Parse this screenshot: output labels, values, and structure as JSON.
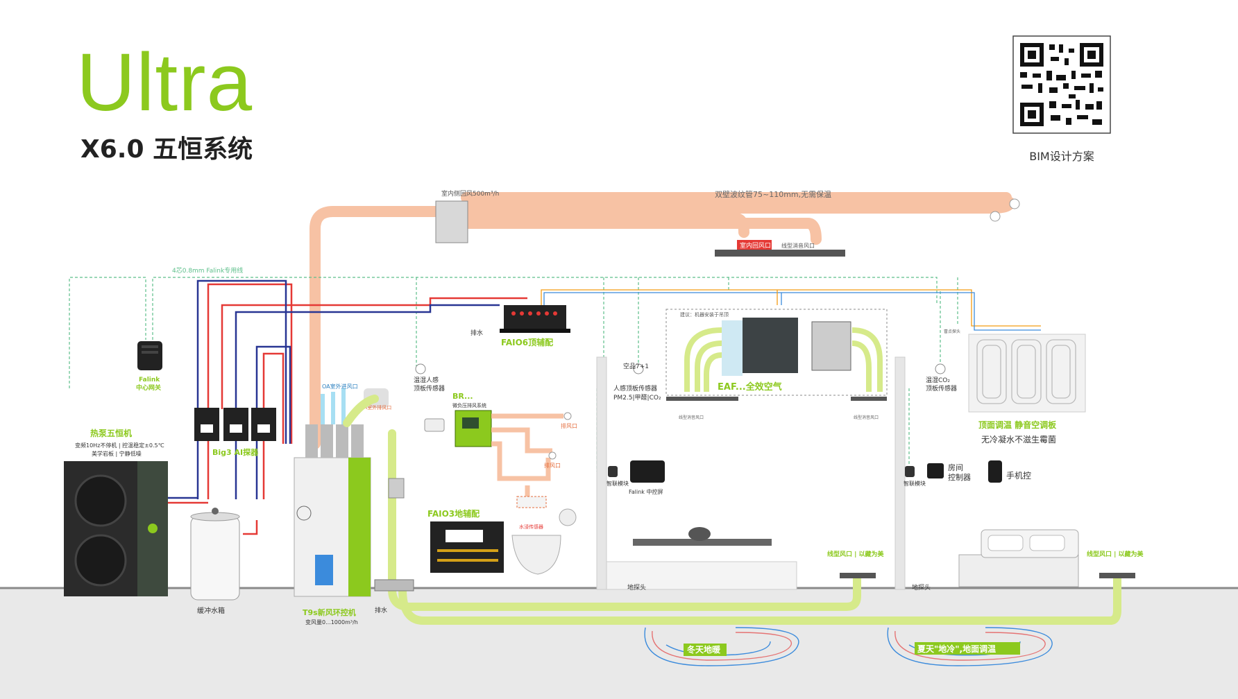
{
  "header": {
    "title": "Ultra",
    "subtitle": "X6.0 五恒系统",
    "qr_caption": "BIM设计方案"
  },
  "labels": {
    "duct_note": "双壁波纹管75~110mm,无需保温",
    "indoor_return": "室内侧回风500m³/h",
    "return_outlet": "室内回风口",
    "linear_outlet": "线型消音风口",
    "falink_cable": "4芯0.8mm Falink专用线",
    "falink_gateway": "Falink",
    "gateway_sub": "中心网关",
    "heat_pump": "热泵五恒机",
    "heat_pump_spec1": "变频10Hz不停机 | 控温稳定±0.5℃",
    "heat_pump_spec2": "美学岩板 | 宁静低噪",
    "big3": "Big3 AI探器",
    "buffer_tank": "缓冲水箱",
    "t9s": "T9s新风环控机",
    "t9s_spec": "变风量0...1000m³/h",
    "oa_inlet": "OA室外进风口",
    "ea_outlet": "EA室外排风口",
    "drain": "排水",
    "drain_v": "排水",
    "faio6": "FAIO6顶辅配",
    "faio3": "FAIO3地辅配",
    "br": "BR...",
    "micro_pressure": "微负压排风系统",
    "exhaust1": "排风口",
    "exhaust2": "排风口",
    "water_sensor": "水浸传感器",
    "sensor_humid_l1": "温湿人感",
    "sensor_humid_l2": "顶板传感器",
    "sensor_air_l1": "空品7+1",
    "sensor_air_l2": "人感顶板传感器",
    "sensor_air_l3": "PM2.5|甲醛|CO₂",
    "eaf": "EAF...全效空气",
    "suggest": "建议：机器安装于吊顶",
    "linear_small_l": "线型消音风口",
    "linear_small_r": "线型消音风口",
    "zone_temp": "顶面调温 静音空调板",
    "zone_temp_sub": "无冷凝水不滋生霉菌",
    "sensor_co2_l1": "温湿CO₂",
    "sensor_co2_l2": "顶板传感器",
    "smart_module_l": "智联模块",
    "smart_module_r": "智联模块",
    "falink_ctrl": "Falink 中控屏",
    "room_ctrl_l1": "房间",
    "room_ctrl_l2": "控制器",
    "phone_ctrl": "手机控",
    "floor_probe_l": "地探头",
    "floor_probe_r": "地探头",
    "linear_floor_l": "线型风口 | 以藏为美",
    "linear_floor_r": "线型风口 | 以藏为美",
    "winter_floor": "冬天地暖",
    "summer_floor": "夏天\"地冷\",地面调温",
    "ceiling_note": "冒点探头"
  },
  "colors": {
    "brand_green": "#8cc91e",
    "duct_salmon": "#f7c2a4",
    "pipe_green": "#d6ea8a",
    "hot_red": "#e53935",
    "cold_blue": "#283593",
    "wire_teal": "#5cbf8a"
  }
}
